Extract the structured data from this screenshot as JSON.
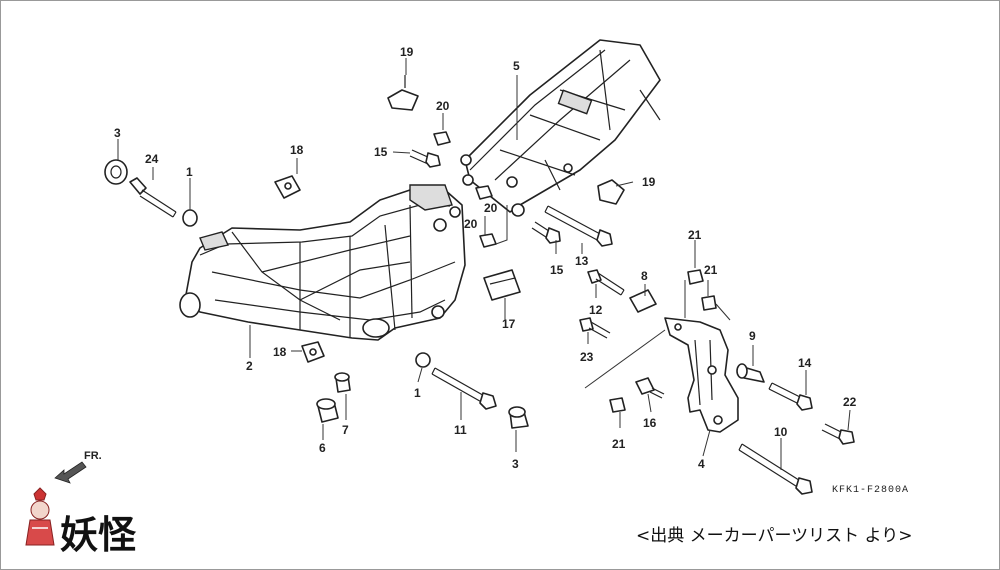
{
  "diagram": {
    "part_numbers": {
      "p1a": "1",
      "p1b": "1",
      "p2": "2",
      "p3a": "3",
      "p3b": "3",
      "p4": "4",
      "p5": "5",
      "p6": "6",
      "p7": "7",
      "p8": "8",
      "p9": "9",
      "p10": "10",
      "p11": "11",
      "p12": "12",
      "p13": "13",
      "p14": "14",
      "p15a": "15",
      "p15b": "15",
      "p16": "16",
      "p17": "17",
      "p18a": "18",
      "p18b": "18",
      "p19a": "19",
      "p19b": "19",
      "p20a": "20",
      "p20b": "20",
      "p20c": "20",
      "p21a": "21",
      "p21b": "21",
      "p21c": "21",
      "p22": "22",
      "p23": "23",
      "p24": "24"
    },
    "front_arrow_label": "FR.",
    "figure_code": "KFK1-F2800A",
    "source_note": "<出典 メーカーパーツリスト より>",
    "logo_text": "妖怪"
  }
}
